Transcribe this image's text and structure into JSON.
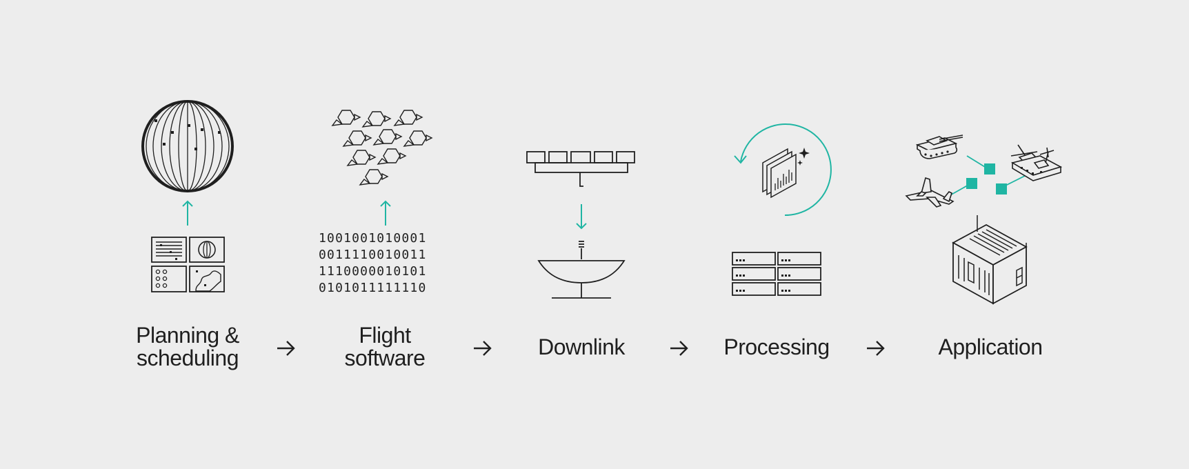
{
  "stages": [
    {
      "id": "planning",
      "label_line1": "Planning &",
      "label_line2": "scheduling"
    },
    {
      "id": "flight",
      "label_line1": "Flight",
      "label_line2": "software"
    },
    {
      "id": "downlink",
      "label_line1": "Downlink"
    },
    {
      "id": "processing",
      "label_line1": "Processing"
    },
    {
      "id": "application",
      "label_line1": "Application"
    }
  ],
  "binary_code": [
    "1001001010001",
    "0011110010011",
    "1110000010101",
    "0101011111110"
  ],
  "colors": {
    "accent": "#1fb5a3",
    "ink": "#1f1f1f",
    "background": "#ededed"
  },
  "icons": [
    "globe-icon",
    "dashboard-tiles-icon",
    "satellite-constellation-icon",
    "binary-code",
    "satellite-icon",
    "ground-station-dish-icon",
    "refresh-cycle-icon",
    "layered-charts-icon",
    "server-rack-icon",
    "tank-icon",
    "fighter-jet-icon",
    "helicopter-ship-icon",
    "shipping-container-icon"
  ]
}
